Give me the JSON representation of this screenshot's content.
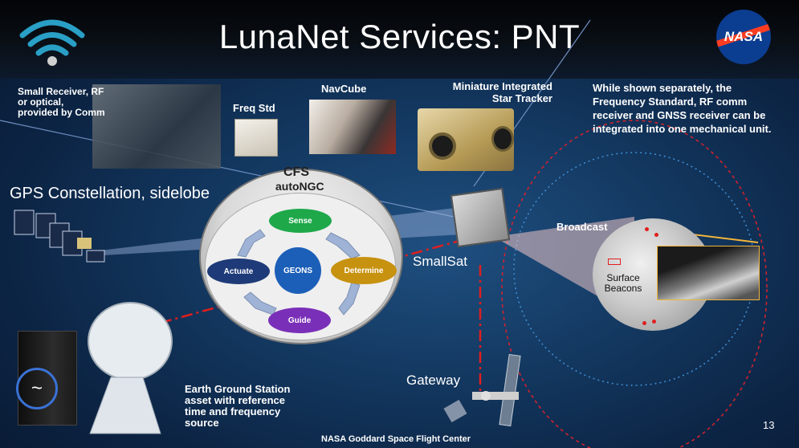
{
  "slide": {
    "title": "LunaNet Services: PNT",
    "page_number": "13",
    "footer": "NASA Goddard Space Flight Center",
    "nasa_logo_text": "NASA"
  },
  "labels": {
    "small_receiver": "Small Receiver, RF or optical, provided by Comm",
    "freq_std": "Freq Std",
    "navcube": "NavCube",
    "star_tracker": "Miniature Integrated Star Tracker",
    "note": "While shown separately, the Frequency Standard,  RF comm receiver and GNSS receiver can be integrated into one mechanical unit.",
    "gps": "GPS Constellation, sidelobe",
    "cfs": "CFS",
    "autongc": "autoNGC",
    "smallsat": "SmallSat",
    "broadcast": "Broadcast",
    "surface_beacons": "Surface Beacons",
    "gateway": "Gateway",
    "ground_station": "Earth Ground Station asset with reference time and frequency source"
  },
  "cycle": {
    "sense": "Sense",
    "determine": "Determine",
    "guide": "Guide",
    "actuate": "Actuate",
    "center": "GEONS"
  },
  "icons": [
    "wifi-icon",
    "nasa-logo",
    "clock-icon"
  ],
  "colors": {
    "sense": "#1ea84a",
    "determine": "#c79210",
    "guide": "#7a2fb8",
    "actuate": "#1e3a78",
    "center": "#1c5fb8",
    "accent_line": "#e01e1e",
    "beam": "#f2b53a"
  }
}
